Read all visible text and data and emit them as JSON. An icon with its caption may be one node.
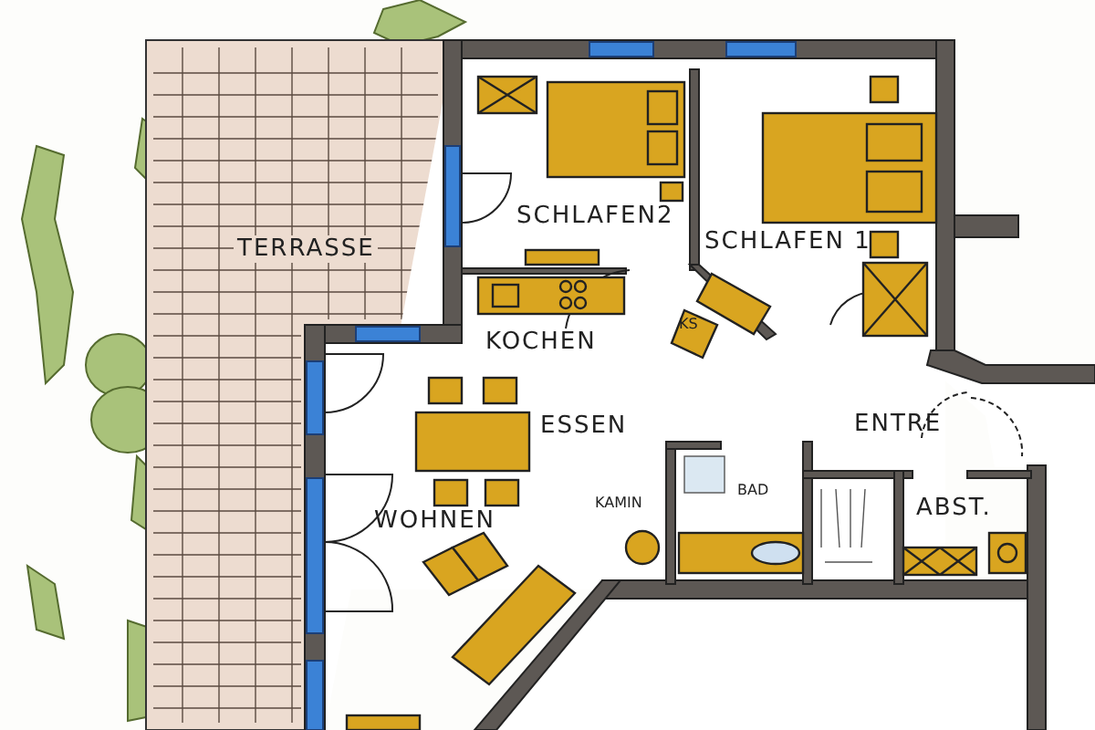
{
  "diagram": {
    "labels": [
      "SCHLAFEN2",
      "SCHLAFEN 1",
      "TERRASSE",
      "KS",
      "KOCHEN",
      "ESSEN",
      "ENTRE",
      "KAMIN",
      "BAD",
      "ABST.",
      "WOHNEN"
    ]
  }
}
